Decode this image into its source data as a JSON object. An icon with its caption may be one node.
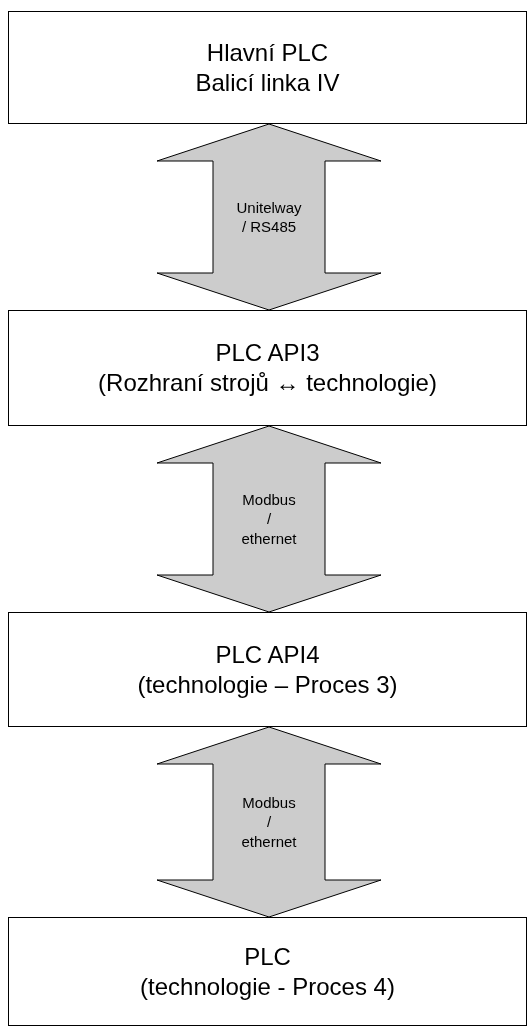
{
  "diagram": {
    "nodes": [
      {
        "text": [
          "Hlavní PLC",
          "Balicí linka IV"
        ]
      },
      {
        "text": [
          "PLC API3",
          "(Rozhraní strojů ↔ technologie)"
        ]
      },
      {
        "text": [
          "PLC API4",
          "(technologie – Proces 3)"
        ]
      },
      {
        "text": [
          "PLC",
          "(technologie - Proces 4)"
        ]
      }
    ],
    "edges": [
      {
        "from": 0,
        "to": 1,
        "arrow": "both",
        "label": "Unitelway / RS485"
      },
      {
        "from": 1,
        "to": 2,
        "arrow": "both",
        "label": "Modbus / ethernet"
      },
      {
        "from": 2,
        "to": 3,
        "arrow": "both",
        "label": "Modbus / ethernet"
      }
    ]
  }
}
